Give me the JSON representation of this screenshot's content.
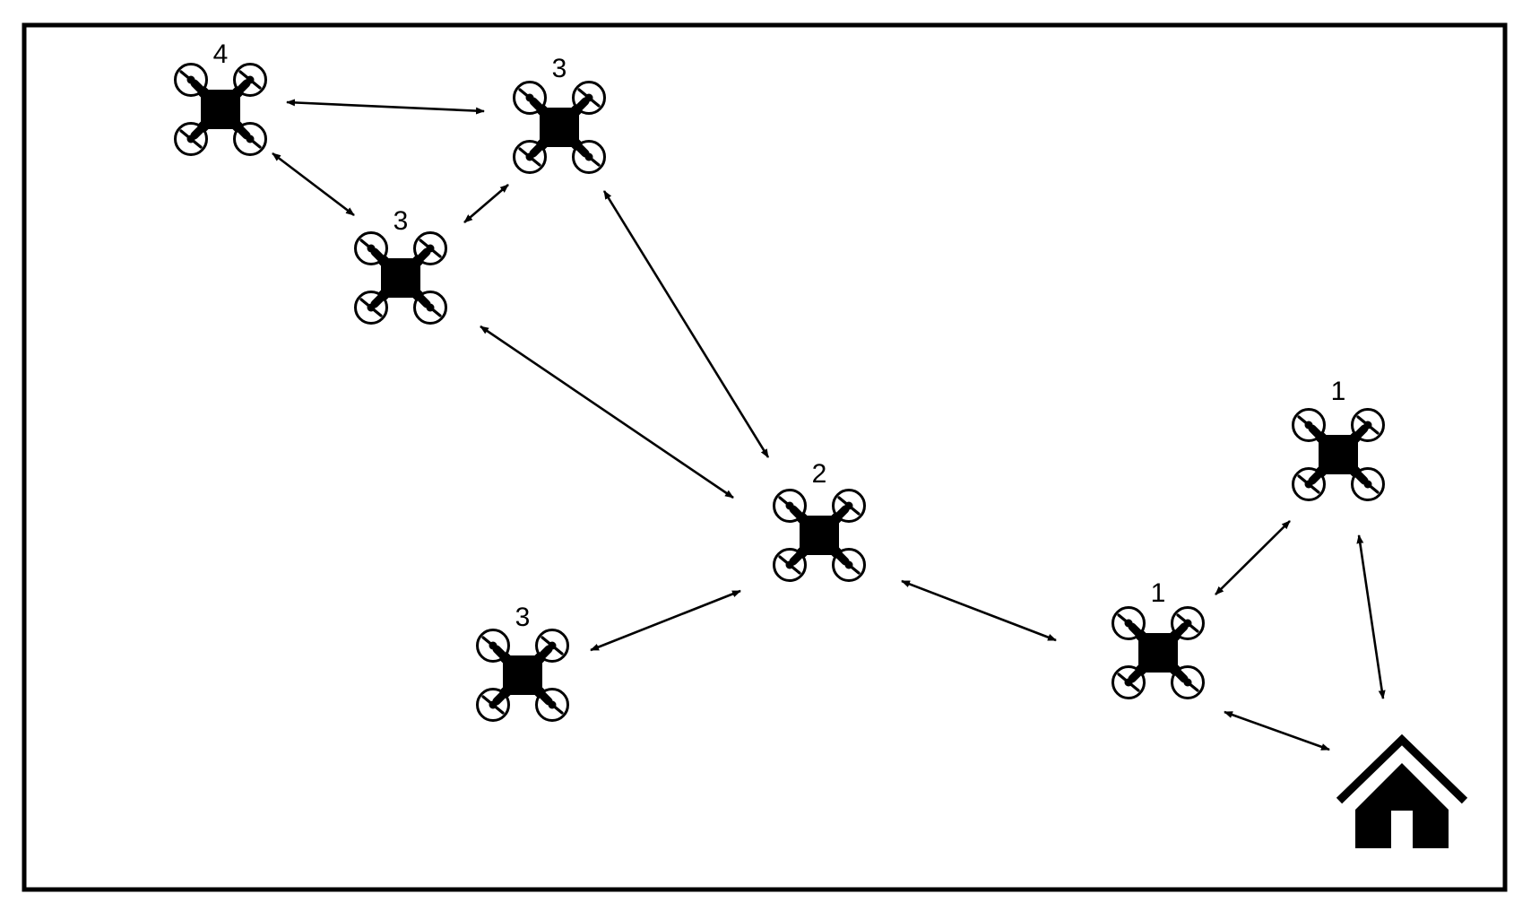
{
  "colors": {
    "stroke": "#000000",
    "background": "#ffffff"
  },
  "nodes": [
    {
      "id": "d1",
      "icon": "drone-icon",
      "label": "4"
    },
    {
      "id": "d2",
      "icon": "drone-icon",
      "label": "3"
    },
    {
      "id": "d3",
      "icon": "drone-icon",
      "label": "3"
    },
    {
      "id": "d4",
      "icon": "drone-icon",
      "label": "2"
    },
    {
      "id": "d5",
      "icon": "drone-icon",
      "label": "3"
    },
    {
      "id": "d6",
      "icon": "drone-icon",
      "label": "1"
    },
    {
      "id": "d7",
      "icon": "drone-icon",
      "label": "1"
    },
    {
      "id": "home",
      "icon": "house-icon",
      "label": ""
    }
  ],
  "edges": [
    {
      "from": "d1",
      "to": "d2",
      "arrows": "both"
    },
    {
      "from": "d1",
      "to": "d3",
      "arrows": "both"
    },
    {
      "from": "d3",
      "to": "d2",
      "arrows": "both"
    },
    {
      "from": "d2",
      "to": "d4",
      "arrows": "both"
    },
    {
      "from": "d3",
      "to": "d4",
      "arrows": "both"
    },
    {
      "from": "d5",
      "to": "d4",
      "arrows": "both"
    },
    {
      "from": "d4",
      "to": "d6",
      "arrows": "both"
    },
    {
      "from": "d6",
      "to": "d7",
      "arrows": "both"
    },
    {
      "from": "d7",
      "to": "home",
      "arrows": "both"
    },
    {
      "from": "d6",
      "to": "home",
      "arrows": "both"
    }
  ]
}
